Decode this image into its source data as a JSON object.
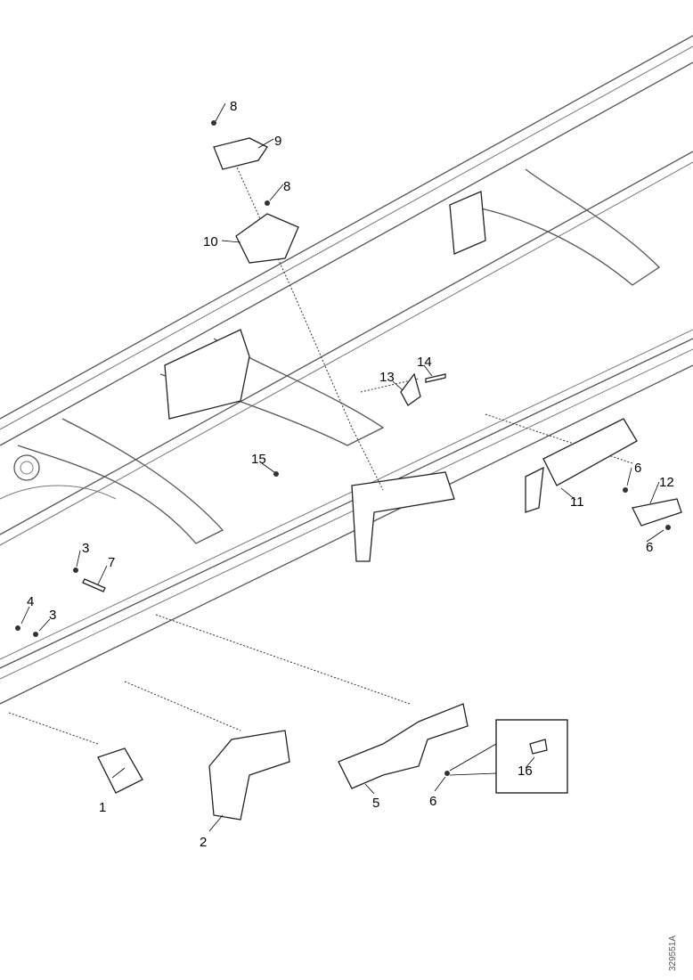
{
  "diagram": {
    "callouts": [
      {
        "id": "c1",
        "text": "1"
      },
      {
        "id": "c2",
        "text": "2"
      },
      {
        "id": "c3a",
        "text": "3"
      },
      {
        "id": "c3b",
        "text": "3"
      },
      {
        "id": "c4",
        "text": "4"
      },
      {
        "id": "c5",
        "text": "5"
      },
      {
        "id": "c6a",
        "text": "6"
      },
      {
        "id": "c6b",
        "text": "6"
      },
      {
        "id": "c6c",
        "text": "6"
      },
      {
        "id": "c7",
        "text": "7"
      },
      {
        "id": "c8a",
        "text": "8"
      },
      {
        "id": "c8b",
        "text": "8"
      },
      {
        "id": "c9",
        "text": "9"
      },
      {
        "id": "c10",
        "text": "10"
      },
      {
        "id": "c11",
        "text": "11"
      },
      {
        "id": "c12",
        "text": "12"
      },
      {
        "id": "c13",
        "text": "13"
      },
      {
        "id": "c14",
        "text": "14"
      },
      {
        "id": "c15",
        "text": "15"
      },
      {
        "id": "c16",
        "text": "16"
      }
    ],
    "drawing_code": "329551A"
  }
}
